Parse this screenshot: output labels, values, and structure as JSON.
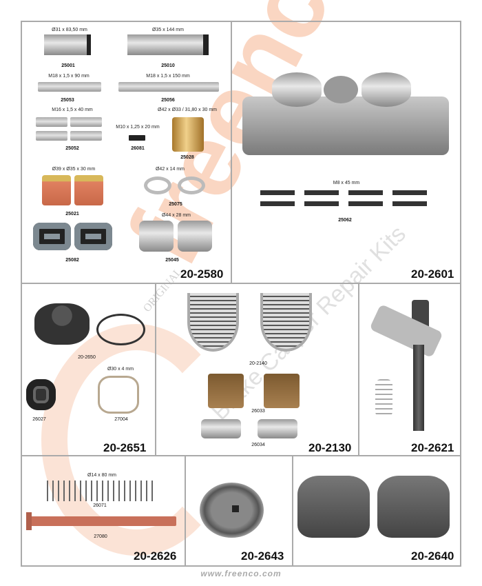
{
  "watermark": {
    "brand": "freenco",
    "subtitle": "Brake Caliper Repair Kits",
    "badge": "ORIGINAL"
  },
  "kits": {
    "k2580": {
      "code": "20-2580",
      "parts": [
        {
          "dim": "Ø31 x 83,50 mm",
          "code": "25001"
        },
        {
          "dim": "Ø35 x 144 mm",
          "code": "25010"
        },
        {
          "dim": "M18 x 1,5 x 90 mm",
          "code": "25053"
        },
        {
          "dim": "M18 x 1,5 x 150 mm",
          "code": "25056"
        },
        {
          "dim": "M16 x 1,5 x 40 mm",
          "code": "25052"
        },
        {
          "dim": "M10 x 1,25 x 20 mm",
          "code": "26081"
        },
        {
          "dim": "Ø42 x Ø33 / 31,80 x 30 mm",
          "code": "25028"
        },
        {
          "dim": "Ø39 x Ø35 x 30 mm",
          "code": "25021"
        },
        {
          "dim": "Ø42 x 14 mm",
          "code": "25075"
        },
        {
          "dim": "",
          "code": "25082"
        },
        {
          "dim": "Ø44 x 28 mm",
          "code": "25045"
        }
      ]
    },
    "k2601": {
      "code": "20-2601",
      "parts": [
        {
          "dim": "M8 x 45 mm",
          "code": "25062"
        }
      ]
    },
    "k2651": {
      "code": "20-2651",
      "parts": [
        {
          "dim": "",
          "code": "20-2650"
        },
        {
          "dim": "",
          "code": "26027"
        },
        {
          "dim": "Ø30 x 4 mm",
          "code": "27004"
        }
      ]
    },
    "k2130": {
      "code": "20-2130",
      "parts": [
        {
          "code": "20-2140"
        },
        {
          "code": "26033"
        },
        {
          "code": "26034"
        }
      ]
    },
    "k2621": {
      "code": "20-2621"
    },
    "k2626": {
      "code": "20-2626",
      "parts": [
        {
          "dim": "Ø14 x 80 mm",
          "code": "26071"
        },
        {
          "code": "27080"
        }
      ]
    },
    "k2643": {
      "code": "20-2643"
    },
    "k2640": {
      "code": "20-2640"
    }
  },
  "footer": {
    "url": "www.freenco.com"
  }
}
